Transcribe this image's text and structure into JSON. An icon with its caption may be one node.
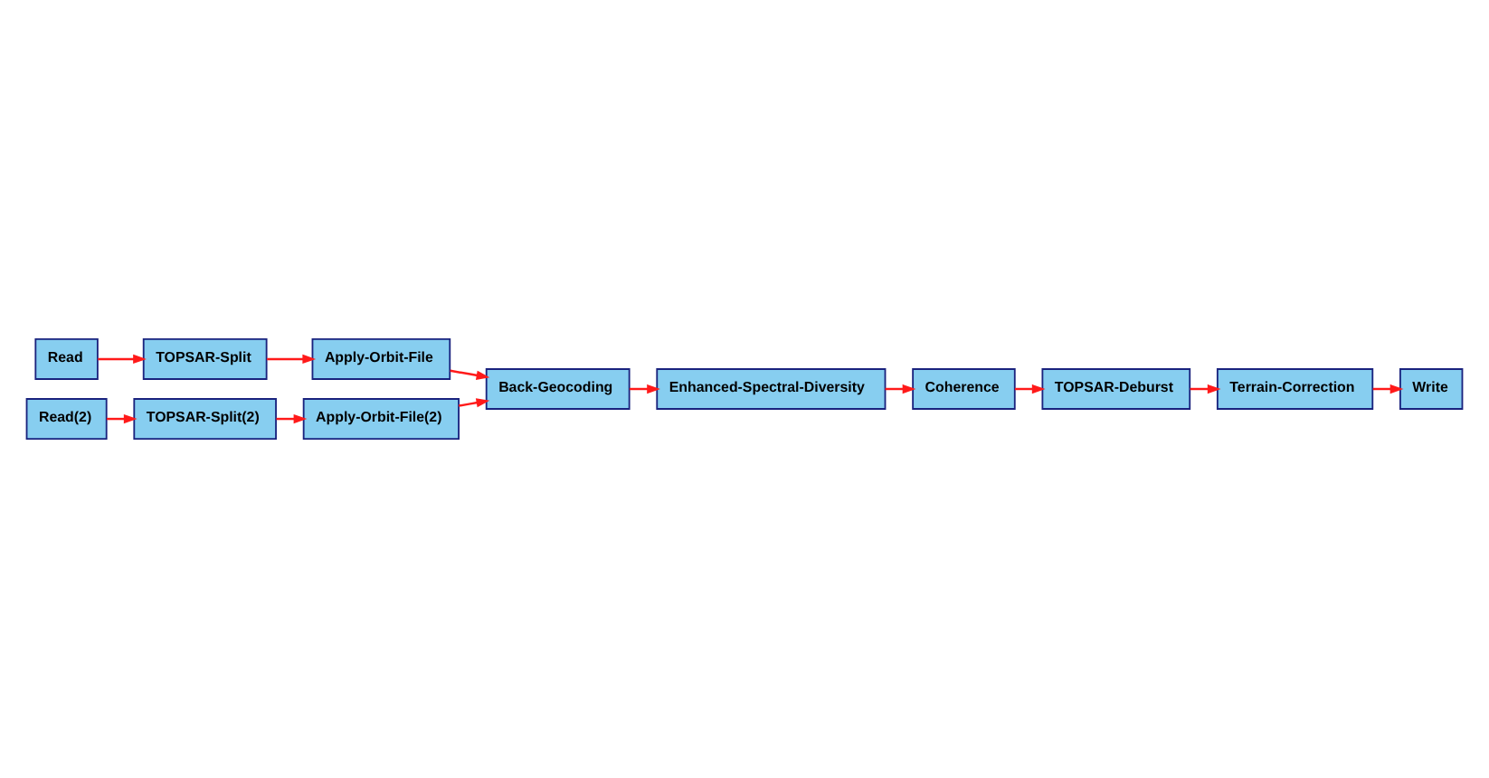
{
  "diagram": {
    "nodes": [
      {
        "text": [
          "Read"
        ]
      },
      {
        "text": [
          "TOPSAR-Split"
        ]
      },
      {
        "text": [
          "Apply-Orbit-File"
        ]
      },
      {
        "text": [
          "Back-Geocoding"
        ]
      },
      {
        "text": [
          "Enhanced-Spectral-Diversity"
        ]
      },
      {
        "text": [
          "Write"
        ]
      },
      {
        "text": [
          "Apply-Orbit-File(2)"
        ]
      },
      {
        "text": [
          "Coherence"
        ]
      },
      {
        "text": [
          "Terrain-Correction"
        ]
      },
      {
        "text": [
          "TOPSAR-Split(2)"
        ]
      },
      {
        "text": [
          "TOPSAR-Deburst"
        ]
      },
      {
        "text": [
          "Read(2)"
        ]
      }
    ],
    "edges": [
      {
        "from": 0,
        "to": 1,
        "arrow": "to"
      },
      {
        "from": 1,
        "to": 2,
        "arrow": "to"
      },
      {
        "from": 2,
        "to": 3,
        "arrow": "to"
      },
      {
        "from": 11,
        "to": 9,
        "arrow": "to"
      },
      {
        "from": 9,
        "to": 6,
        "arrow": "to"
      },
      {
        "from": 6,
        "to": 3,
        "arrow": "to"
      },
      {
        "from": 3,
        "to": 4,
        "arrow": "to"
      },
      {
        "from": 4,
        "to": 7,
        "arrow": "to"
      },
      {
        "from": 7,
        "to": 10,
        "arrow": "to"
      },
      {
        "from": 10,
        "to": 8,
        "arrow": "to"
      },
      {
        "from": 8,
        "to": 5,
        "arrow": "to"
      }
    ]
  }
}
